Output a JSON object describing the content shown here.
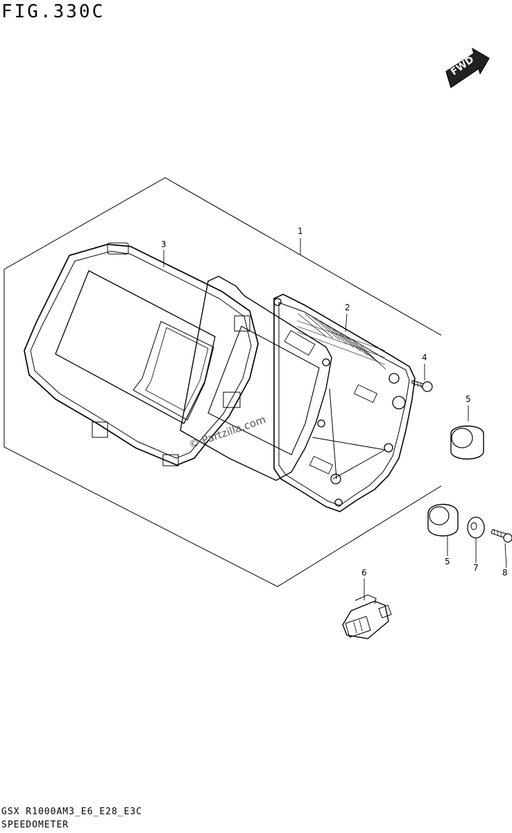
{
  "figure": {
    "title": "FIG.330C"
  },
  "fwd_badge": {
    "label": "FWD"
  },
  "watermark": {
    "text": "© Partzilla.com"
  },
  "callouts": [
    {
      "id": "1",
      "label": "1"
    },
    {
      "id": "2",
      "label": "2"
    },
    {
      "id": "3",
      "label": "3"
    },
    {
      "id": "4",
      "label": "4"
    },
    {
      "id": "5a",
      "label": "5"
    },
    {
      "id": "5b",
      "label": "5"
    },
    {
      "id": "6",
      "label": "6"
    },
    {
      "id": "7",
      "label": "7"
    },
    {
      "id": "8",
      "label": "8"
    }
  ],
  "footer": {
    "model_code": "GSX R1000AM3_E6_E28_E3C",
    "part_name": "SPEEDOMETER"
  }
}
